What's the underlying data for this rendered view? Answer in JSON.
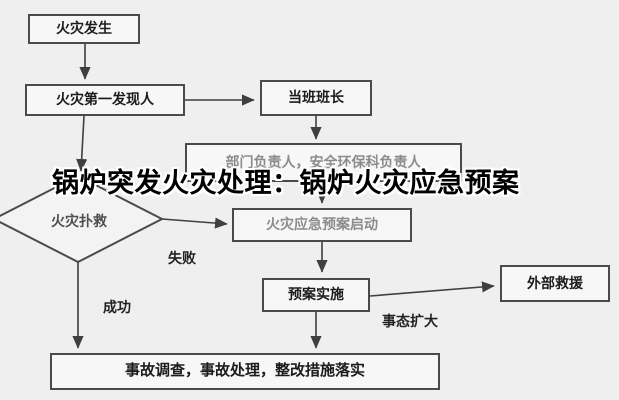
{
  "title_overlay": "锅炉突发火灾处理：锅炉火灾应急预案",
  "flowchart": {
    "nodes": {
      "fire_occurs": "火灾发生",
      "first_discoverer": "火灾第一发现人",
      "shift_leader": "当班班长",
      "dept_head": "部门负责人，安全环保科负责人",
      "fire_fighting": "火灾扑救",
      "plan_activation": "火灾应急预案启动",
      "plan_implementation": "预案实施",
      "external_rescue": "外部救援",
      "accident_followup": "事故调查，事故处理，整改措施落实"
    },
    "edge_labels": {
      "fail": "失败",
      "success": "成功",
      "escalation": "事态扩大"
    }
  },
  "colors": {
    "background": "#efefef",
    "box_border": "#4a4a4a",
    "box_fill": "#f7f7f7",
    "connector": "#3f3f3f",
    "text": "#1c1c1c",
    "muted_text": "#8c8c8c",
    "title_fill": "#000000",
    "title_outline": "#ffffff"
  }
}
